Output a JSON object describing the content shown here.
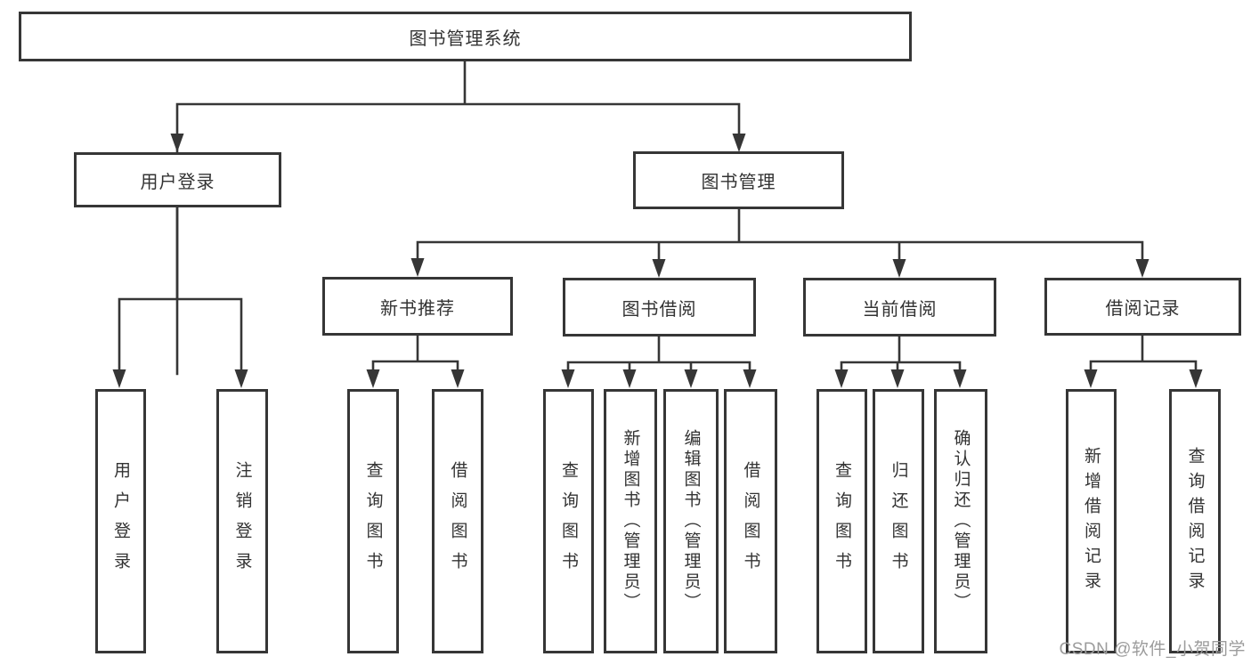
{
  "diagram": {
    "tree": {
      "label": "图书管理系统",
      "children": [
        {
          "label": "用户登录",
          "children": [
            {
              "label": "用户登录"
            },
            {
              "label": "注销登录"
            }
          ]
        },
        {
          "label": "图书管理",
          "children": [
            {
              "label": "新书推荐",
              "children": [
                {
                  "label": "查询图书"
                },
                {
                  "label": "借阅图书"
                }
              ]
            },
            {
              "label": "图书借阅",
              "children": [
                {
                  "label": "查询图书"
                },
                {
                  "label": "新增图书（管理员）"
                },
                {
                  "label": "编辑图书（管理员）"
                },
                {
                  "label": "借阅图书"
                }
              ]
            },
            {
              "label": "当前借阅",
              "children": [
                {
                  "label": "查询图书"
                },
                {
                  "label": "归还图书"
                },
                {
                  "label": "确认归还（管理员）"
                }
              ]
            },
            {
              "label": "借阅记录",
              "children": [
                {
                  "label": "新增借阅记录"
                },
                {
                  "label": "查询借阅记录"
                }
              ]
            }
          ]
        }
      ]
    },
    "colors": {
      "line": "#363636",
      "text": "#333333",
      "box_background": "#ffffff",
      "page_background": "#ffffff",
      "watermark": "#9c9c9c"
    }
  },
  "watermark": {
    "text": "CSDN @软件_小贺同学"
  }
}
